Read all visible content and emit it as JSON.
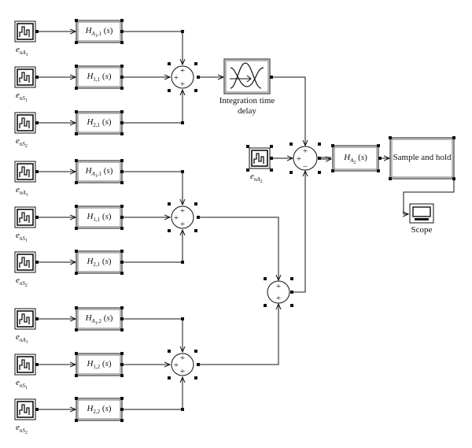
{
  "diagram": {
    "sources": {
      "enA1": "e_{nA_1}",
      "enS1": "e_{nS_1}",
      "enS2": "e_{nS_2}",
      "enA2": "e_{nA_2}"
    },
    "blocks": {
      "HA11": "H_{A_1,1} (s)",
      "H11": "H_{1,1} (s)",
      "H21": "H_{2,1} (s)",
      "HA12": "H_{A_1,2} (s)",
      "H12": "H_{1,2} (s)",
      "H22": "H_{2,2} (s)",
      "HA2": "H_{A_2} (s)"
    },
    "integration_label_line1": "Integration time",
    "integration_label_line2": "delay",
    "sample_hold_label": "Sample and hold",
    "scope_label": "Scope",
    "sum_signs": {
      "plus": "+",
      "minus": "−"
    }
  }
}
